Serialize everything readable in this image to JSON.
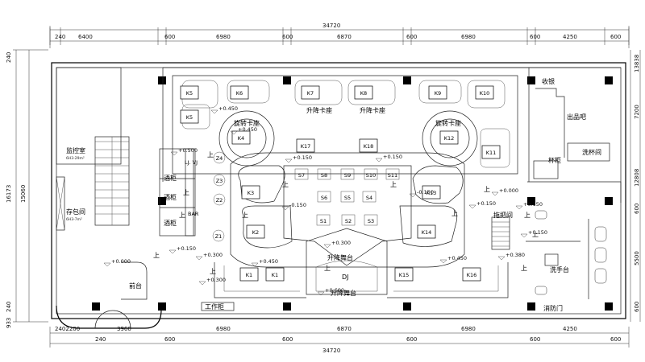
{
  "dimensions": {
    "top_total": "34720",
    "top": [
      "240",
      "6400",
      "600",
      "6980",
      "600",
      "6870",
      "600",
      "6980",
      "600",
      "4250",
      "600"
    ],
    "bottom_total": "34720",
    "bottom": [
      "2402200",
      "240",
      "3960",
      "600",
      "6980",
      "600",
      "6870",
      "600",
      "6980",
      "600",
      "4250",
      "600"
    ],
    "left_total": "16173",
    "left_mid": "15060",
    "left": [
      "240",
      "240",
      "933"
    ],
    "right": [
      "13838",
      "7200",
      "12808",
      "600",
      "5500",
      "600"
    ]
  },
  "rooms": {
    "monitor": "监控室",
    "monitor_note": "6H3-29m²",
    "storage": "存包间",
    "storage_note": "6H3-7m²",
    "front_desk": "前台",
    "liquor1": "酒柜",
    "liquor2": "酒柜",
    "liquor3": "酒柜",
    "bar": "BAR",
    "ljvj": "LJ. VJ",
    "cashier": "收银",
    "serving_bar": "出品吧",
    "cup_wash": "洗杯间",
    "cup_cabinet": "杯柜",
    "mop_room": "拖把间",
    "wash_basin": "洗手台",
    "fire_door": "消防门",
    "work_cabinet": "工作柜",
    "dj": "DJ"
  },
  "areas": {
    "lift_seat_1": "升降卡座",
    "lift_seat_2": "升降卡座",
    "rotate_left": "旋转卡座",
    "rotate_right": "旋转卡座",
    "lift_stage": "升降舞台",
    "lift_stage_dj": "升降舞台"
  },
  "booths": [
    "K1",
    "K1",
    "K2",
    "K3",
    "K4",
    "K5",
    "K5",
    "K6",
    "K7",
    "K8",
    "K9",
    "K10",
    "K11",
    "K12",
    "K13",
    "K14",
    "K15",
    "K16",
    "K17",
    "K18"
  ],
  "tables": [
    "S1",
    "S2",
    "S3",
    "S4",
    "S5",
    "S6",
    "S7",
    "S8",
    "S9",
    "S10",
    "S11"
  ],
  "z_points": [
    "Z1",
    "Z2",
    "Z3",
    "Z4"
  ],
  "elevations": [
    "+0.000",
    "+0.150",
    "+0.300",
    "+0.450",
    "+0.500",
    "+0.600",
    "-0.150",
    "+0.380"
  ],
  "up_mark": "上"
}
